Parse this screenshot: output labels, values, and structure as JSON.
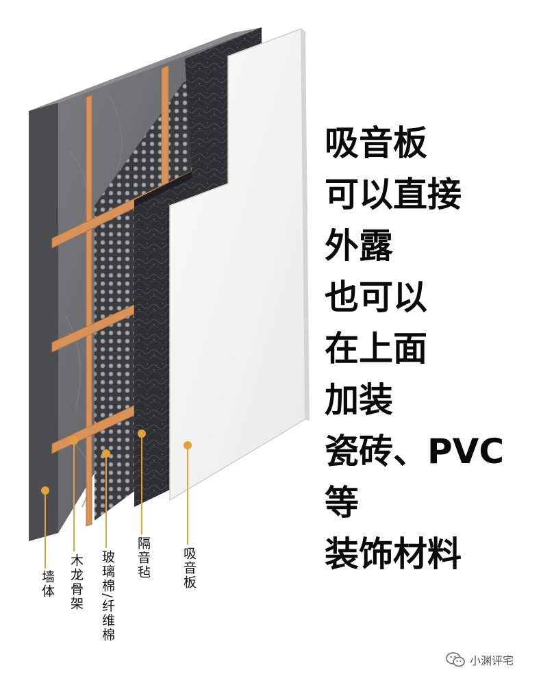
{
  "headline_lines": [
    "吸音板",
    "可以直接",
    "外露",
    "也可以",
    "在上面",
    "加装",
    "瓷砖、PVC",
    "等",
    "装饰材料"
  ],
  "layer_labels": {
    "wall": "墙体",
    "wood_frame": "木龙骨架",
    "insulation": "玻璃棉/纤维棉",
    "sound_felt": "隔音毡",
    "acoustic_panel": "吸音板"
  },
  "watermark": "小渊评宅",
  "colors": {
    "wall": "#6d6f72",
    "wood": "#d9925a",
    "felt": "#2c2d30",
    "panel": "#f5f5f4",
    "leader": "#e1a23a",
    "text": "#0a0a0a"
  }
}
